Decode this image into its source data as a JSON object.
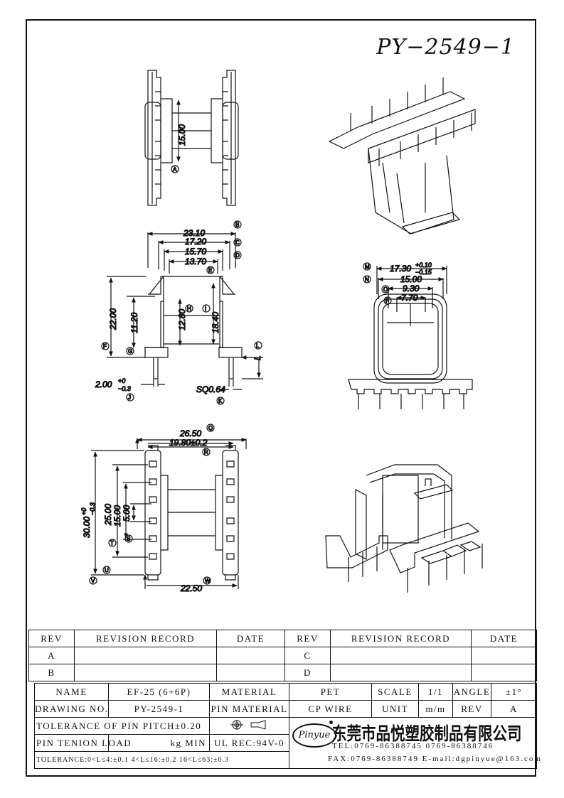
{
  "title": "PY−2549−1",
  "top_view": {
    "dims": [
      "15.00"
    ],
    "refs": [
      "A"
    ]
  },
  "front_view": {
    "dims": [
      "23.10",
      "17.20",
      "15.70",
      "13.70",
      "22.00",
      "11.20",
      "12.80",
      "18.40",
      "L",
      "SQ0.64"
    ],
    "pin_dim": {
      "base": "2.00",
      "upper": "+0",
      "lower": "−0.3"
    },
    "refs": [
      "B",
      "C",
      "D",
      "E",
      "F",
      "G",
      "H",
      "I",
      "J",
      "K",
      "L"
    ]
  },
  "side_view": {
    "top_dim": {
      "base": "17.30",
      "upper": "+0.10",
      "lower": "−0.15"
    },
    "dims": [
      "15.00",
      "9.30",
      "7.70"
    ],
    "refs": [
      "M",
      "N",
      "O",
      "P"
    ]
  },
  "bottom_view": {
    "dims": [
      "26.50",
      "19.80±0.2",
      "25.00",
      "15.00",
      "5.00",
      "22.50"
    ],
    "height_dim": {
      "base": "30.00",
      "upper": "+0",
      "lower": "−0.3"
    },
    "refs": [
      "Q",
      "R",
      "S",
      "T",
      "U",
      "V",
      "W"
    ]
  },
  "revision_table": {
    "headers": [
      "REV",
      "REVISION RECORD",
      "DATE",
      "REV",
      "REVISION RECORD",
      "DATE"
    ],
    "rows": [
      {
        "rev_left": "A",
        "rev_right": "C"
      },
      {
        "rev_left": "B",
        "rev_right": "D"
      }
    ]
  },
  "info_table": {
    "name_label": "NAME",
    "name_value": "EF-25 (6+6P)",
    "material_label": "MATERIAL",
    "material_value": "PET",
    "scale_label": "SCALE",
    "scale_value": "1/1",
    "angle_label": "ANGLE",
    "angle_value": "±1°",
    "drawing_no_label": "DRAWING NO.",
    "drawing_no_value": "PY-2549-1",
    "pin_material_label": "PIN MATERIAL",
    "pin_material_value": "CP WIRE",
    "unit_label": "UNIT",
    "unit_value": "m/m",
    "rev_label": "REV",
    "rev_value": "A",
    "pin_pitch_tolerance": "TOLERANCE OF PIN PITCH±0.20",
    "pin_tension_label": "PIN TENION LOAD",
    "pin_tension_value": "kg MIN",
    "ul_rec": "UL REC:94V-0",
    "tolerance_line": "TOLERANCE:0<L≤4:±0.1  4<L≤16:±0.2  16<L≤63:±0.3"
  },
  "company": {
    "logo": "Pinyue",
    "name": "东莞市品悦塑胶制品有限公司",
    "tel": "TEL:0769-86388745    0769-86388746",
    "fax": "FAX:0769-86388749   E-mail:dgpinyue@163.com"
  }
}
